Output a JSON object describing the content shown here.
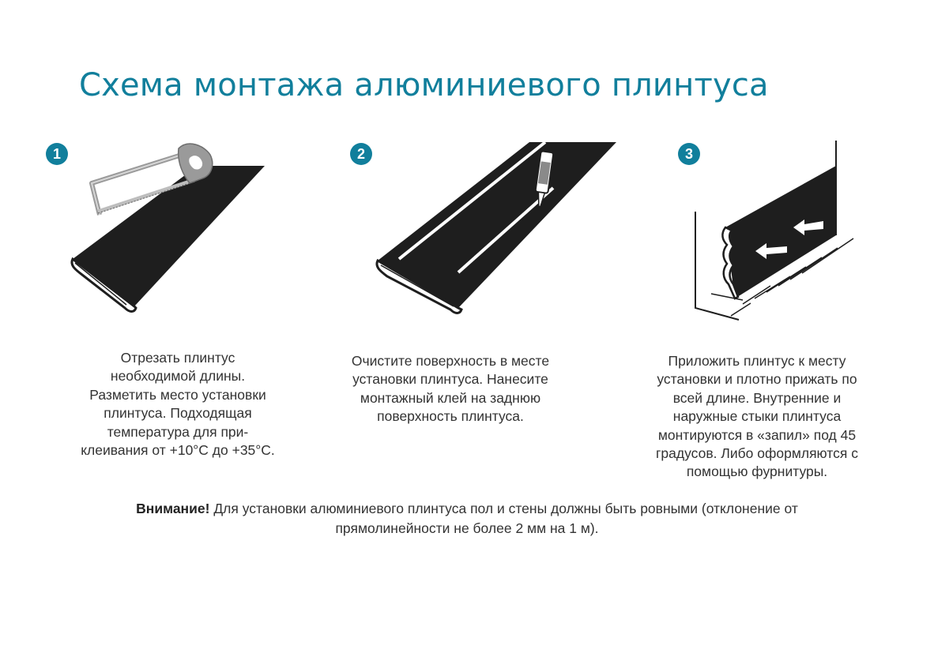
{
  "title": "Схема монтажа алюминиевого плинтуса",
  "colors": {
    "accent": "#117f9c",
    "panel": "#1e1e1e",
    "tool": "#9a9a9a"
  },
  "steps": [
    {
      "number": "1",
      "icon": "hacksaw-cutting-baseboard",
      "lines": [
        "Отрезать плинтус",
        "необходимой длины.",
        "Разметить место установки",
        "плинтуса. Подходящая",
        "температура для при-",
        "клеивания от +10°С до +35°С."
      ]
    },
    {
      "number": "2",
      "icon": "glue-gun-applying-adhesive",
      "lines": [
        "Очистите поверхность в месте",
        "установки плинтуса. Нанесите",
        "монтажный клей на заднюю",
        "поверхность плинтуса."
      ]
    },
    {
      "number": "3",
      "icon": "pressing-baseboard-to-wall",
      "lines": [
        "Приложить плинтус к месту",
        "установки и плотно прижать по",
        "всей длине. Внутренние и",
        "наружные стыки плинтуса",
        "монтируются в «запил» под 45",
        "градусов. Либо оформляются с",
        "помощью фурнитуры."
      ]
    }
  ],
  "note": {
    "bold": "Внимание!",
    "line1": " Для установки алюминиевого плинтуса пол и стены должны быть ровными (отклонение от",
    "line2": "прямолинейности не более 2 мм на 1 м)."
  }
}
